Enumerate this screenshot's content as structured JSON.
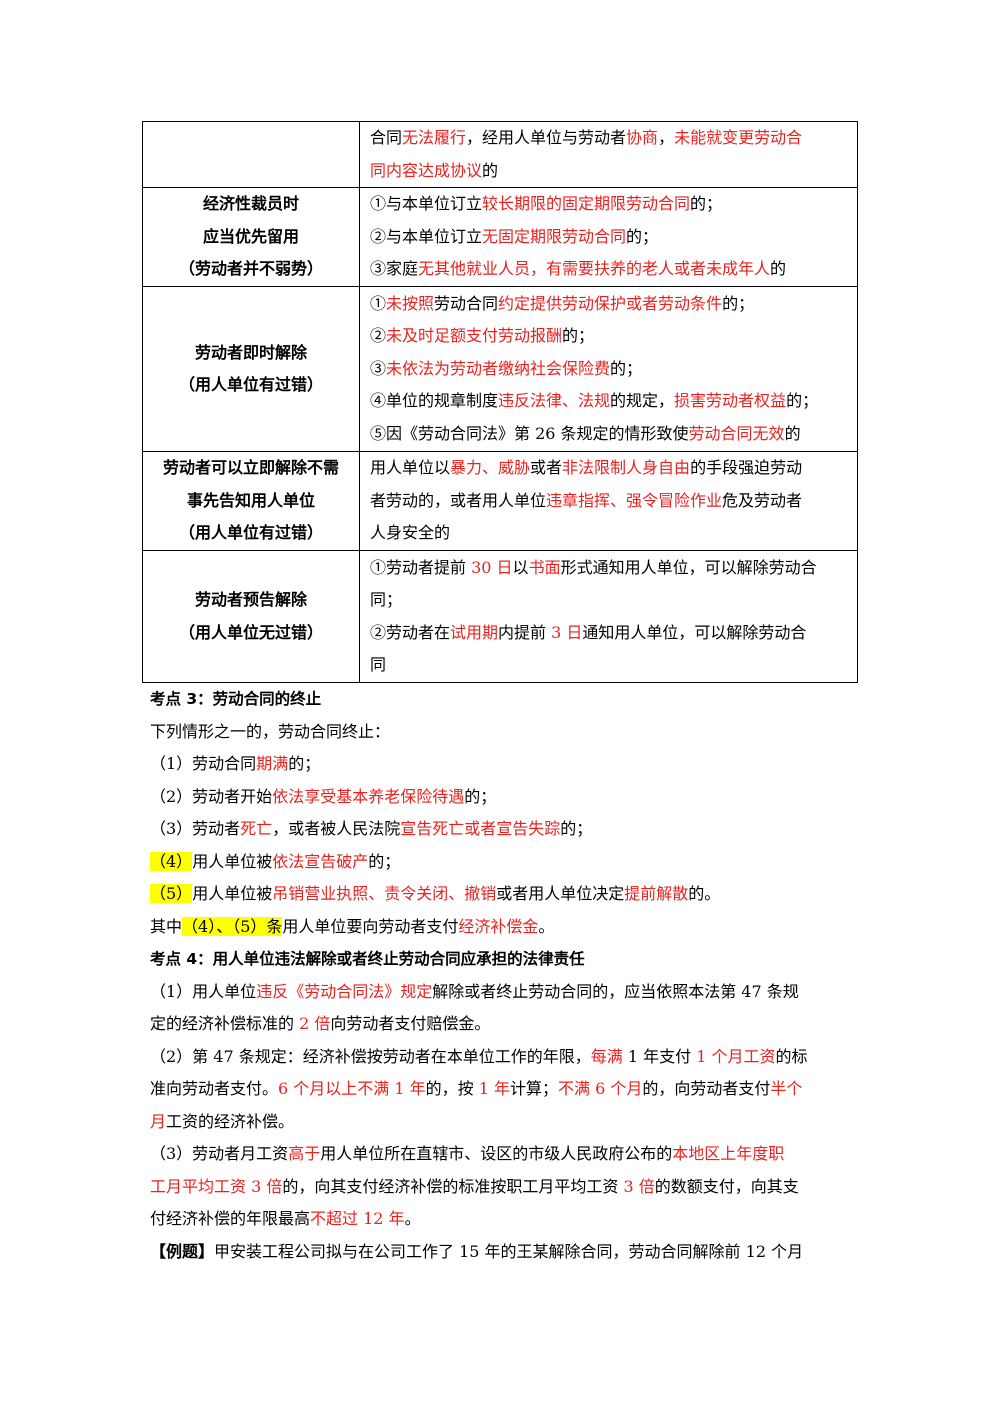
{
  "table": {
    "rows": [
      {
        "label": [],
        "content": [
          [
            {
              "t": "合同",
              "c": 0
            },
            {
              "t": "无法履行",
              "c": 1
            },
            {
              "t": "，经用人单位与劳动者",
              "c": 0
            },
            {
              "t": "协商",
              "c": 1
            },
            {
              "t": "，",
              "c": 0
            },
            {
              "t": "未能就变更劳动合",
              "c": 1
            }
          ],
          [
            {
              "t": "同内容达成协议",
              "c": 1
            },
            {
              "t": "的",
              "c": 0
            }
          ]
        ]
      },
      {
        "label": [
          "经济性裁员时",
          "应当优先留用",
          "（劳动者并不弱势）"
        ],
        "content": [
          [
            {
              "t": "①与本单位订立",
              "c": 0
            },
            {
              "t": "较长期限的固定期限劳动合同",
              "c": 1
            },
            {
              "t": "的；",
              "c": 0
            }
          ],
          [
            {
              "t": "②与本单位订立",
              "c": 0
            },
            {
              "t": "无固定期限劳动合同",
              "c": 1
            },
            {
              "t": "的；",
              "c": 0
            }
          ],
          [
            {
              "t": "③家庭",
              "c": 0
            },
            {
              "t": "无其他就业人员，有需要扶养的老人或者未成年人",
              "c": 1
            },
            {
              "t": "的",
              "c": 0
            }
          ]
        ]
      },
      {
        "label": [
          "劳动者即时解除",
          "（用人单位有过错）"
        ],
        "content": [
          [
            {
              "t": "①",
              "c": 0
            },
            {
              "t": "未按照",
              "c": 1
            },
            {
              "t": "劳动合同",
              "c": 0
            },
            {
              "t": "约定提供劳动保护或者劳动条件",
              "c": 1
            },
            {
              "t": "的；",
              "c": 0
            }
          ],
          [
            {
              "t": "②",
              "c": 0
            },
            {
              "t": "未及时足额支付劳动报酬",
              "c": 1
            },
            {
              "t": "的；",
              "c": 0
            }
          ],
          [
            {
              "t": "③",
              "c": 0
            },
            {
              "t": "未依法为劳动者缴纳社会保险费",
              "c": 1
            },
            {
              "t": "的；",
              "c": 0
            }
          ],
          [
            {
              "t": "④单位的规章制度",
              "c": 0
            },
            {
              "t": "违反法律、法规",
              "c": 1
            },
            {
              "t": "的规定，",
              "c": 0
            },
            {
              "t": "损害劳动者权益",
              "c": 1
            },
            {
              "t": "的；",
              "c": 0
            }
          ],
          [
            {
              "t": "⑤因《劳动合同法》第 26 条规定的情形致使",
              "c": 0
            },
            {
              "t": "劳动合同无效",
              "c": 1
            },
            {
              "t": "的",
              "c": 0
            }
          ]
        ]
      },
      {
        "label": [
          "劳动者可以立即解除不需",
          "事先告知用人单位",
          "（用人单位有过错）"
        ],
        "content": [
          [
            {
              "t": "用人单位以",
              "c": 0
            },
            {
              "t": "暴力、威胁",
              "c": 1
            },
            {
              "t": "或者",
              "c": 0
            },
            {
              "t": "非法限制人身自由",
              "c": 1
            },
            {
              "t": "的手段强迫劳动",
              "c": 0
            }
          ],
          [
            {
              "t": "者劳动的，或者用人单位",
              "c": 0
            },
            {
              "t": "违章指挥、强令冒险作业",
              "c": 1
            },
            {
              "t": "危及劳动者",
              "c": 0
            }
          ],
          [
            {
              "t": "人身安全的",
              "c": 0
            }
          ]
        ]
      },
      {
        "label": [
          "劳动者预告解除",
          "（用人单位无过错）"
        ],
        "content": [
          [
            {
              "t": "①劳动者提前 ",
              "c": 0
            },
            {
              "t": "30 日",
              "c": 1
            },
            {
              "t": "以",
              "c": 0
            },
            {
              "t": "书面",
              "c": 1
            },
            {
              "t": "形式通知用人单位，可以解除劳动合",
              "c": 0
            }
          ],
          [
            {
              "t": "同；",
              "c": 0
            }
          ],
          [
            {
              "t": "②劳动者在",
              "c": 0
            },
            {
              "t": "试用期",
              "c": 1
            },
            {
              "t": "内提前 ",
              "c": 0
            },
            {
              "t": "3 日",
              "c": 1
            },
            {
              "t": "通知用人单位，可以解除劳动合",
              "c": 0
            }
          ],
          [
            {
              "t": "同",
              "c": 0
            }
          ]
        ]
      }
    ]
  },
  "body": [
    [
      {
        "t": "考点 3：劳动合同的终止",
        "c": 0,
        "s": "h"
      }
    ],
    [
      {
        "t": "下列情形之一的，劳动合同终止：",
        "c": 0
      }
    ],
    [
      {
        "t": "（1）劳动合同",
        "c": 0
      },
      {
        "t": "期满",
        "c": 1
      },
      {
        "t": "的；",
        "c": 0
      }
    ],
    [
      {
        "t": "（2）劳动者开始",
        "c": 0
      },
      {
        "t": "依法享受基本养老保险待遇",
        "c": 1
      },
      {
        "t": "的；",
        "c": 0
      }
    ],
    [
      {
        "t": "（3）劳动者",
        "c": 0
      },
      {
        "t": "死亡",
        "c": 1
      },
      {
        "t": "，或者被人民法院",
        "c": 0
      },
      {
        "t": "宣告死亡或者宣告失踪",
        "c": 1
      },
      {
        "t": "的；",
        "c": 0
      }
    ],
    [
      {
        "t": "（4）",
        "c": 0,
        "hl": 1
      },
      {
        "t": "用人单位被",
        "c": 0
      },
      {
        "t": "依法宣告破产",
        "c": 1
      },
      {
        "t": "的；",
        "c": 0
      }
    ],
    [
      {
        "t": "（5）",
        "c": 0,
        "hl": 1
      },
      {
        "t": "用人单位被",
        "c": 0
      },
      {
        "t": "吊销营业执照、责令关闭、撤销",
        "c": 1
      },
      {
        "t": "或者用人单位决定",
        "c": 0
      },
      {
        "t": "提前解散",
        "c": 1
      },
      {
        "t": "的。",
        "c": 0
      }
    ],
    [
      {
        "t": "其中",
        "c": 0
      },
      {
        "t": "（4）、（5）条",
        "c": 0,
        "hl": 1
      },
      {
        "t": "用人单位要向劳动者支付",
        "c": 0
      },
      {
        "t": "经济补偿金",
        "c": 1
      },
      {
        "t": "。",
        "c": 0
      }
    ],
    [
      {
        "t": "考点 4：用人单位违法解除或者终止劳动合同应承担的法律责任",
        "c": 0,
        "s": "h"
      }
    ],
    [
      {
        "t": "（1）用人单位",
        "c": 0
      },
      {
        "t": "违反《劳动合同法》规定",
        "c": 1
      },
      {
        "t": "解除或者终止劳动合同的，应当依照本法第 47 条规",
        "c": 0
      }
    ],
    [
      {
        "t": "定的经济补偿标准的 ",
        "c": 0
      },
      {
        "t": "2 倍",
        "c": 1
      },
      {
        "t": "向劳动者支付赔偿金。",
        "c": 0
      }
    ],
    [
      {
        "t": "（2）第 47 条规定：经济补偿按劳动者在本单位工作的年限，",
        "c": 0
      },
      {
        "t": "每满",
        "c": 1
      },
      {
        "t": " 1 年支付 ",
        "c": 0
      },
      {
        "t": "1 个月工资",
        "c": 1
      },
      {
        "t": "的标",
        "c": 0
      }
    ],
    [
      {
        "t": "准向劳动者支付。",
        "c": 0
      },
      {
        "t": "6 个月以上不满 1 年",
        "c": 1
      },
      {
        "t": "的，按 ",
        "c": 0
      },
      {
        "t": "1 年",
        "c": 1
      },
      {
        "t": "计算；",
        "c": 0
      },
      {
        "t": "不满 6 个月",
        "c": 1
      },
      {
        "t": "的，向劳动者支付",
        "c": 0
      },
      {
        "t": "半个",
        "c": 1
      }
    ],
    [
      {
        "t": "月",
        "c": 1
      },
      {
        "t": "工资的经济补偿。",
        "c": 0
      }
    ],
    [
      {
        "t": "（3）劳动者月工资",
        "c": 0
      },
      {
        "t": "高于",
        "c": 1
      },
      {
        "t": "用人单位所在直辖市、设区的市级人民政府公布的",
        "c": 0
      },
      {
        "t": "本地区上年度职",
        "c": 1
      }
    ],
    [
      {
        "t": "工月平均工资 3 倍",
        "c": 1
      },
      {
        "t": "的，向其支付经济补偿的标准按职工月平均工资 ",
        "c": 0
      },
      {
        "t": "3 倍",
        "c": 1
      },
      {
        "t": "的数额支付，向其支",
        "c": 0
      }
    ],
    [
      {
        "t": "付经济补偿的年限最高",
        "c": 0
      },
      {
        "t": "不超过 12 年",
        "c": 1
      },
      {
        "t": "。",
        "c": 0
      }
    ],
    [
      {
        "t": "【例题】",
        "c": 0,
        "s": "b"
      },
      {
        "t": "甲安装工程公司拟与在公司工作了 15 年的王某解除合同，劳动合同解除前 12 个月",
        "c": 0
      }
    ]
  ]
}
